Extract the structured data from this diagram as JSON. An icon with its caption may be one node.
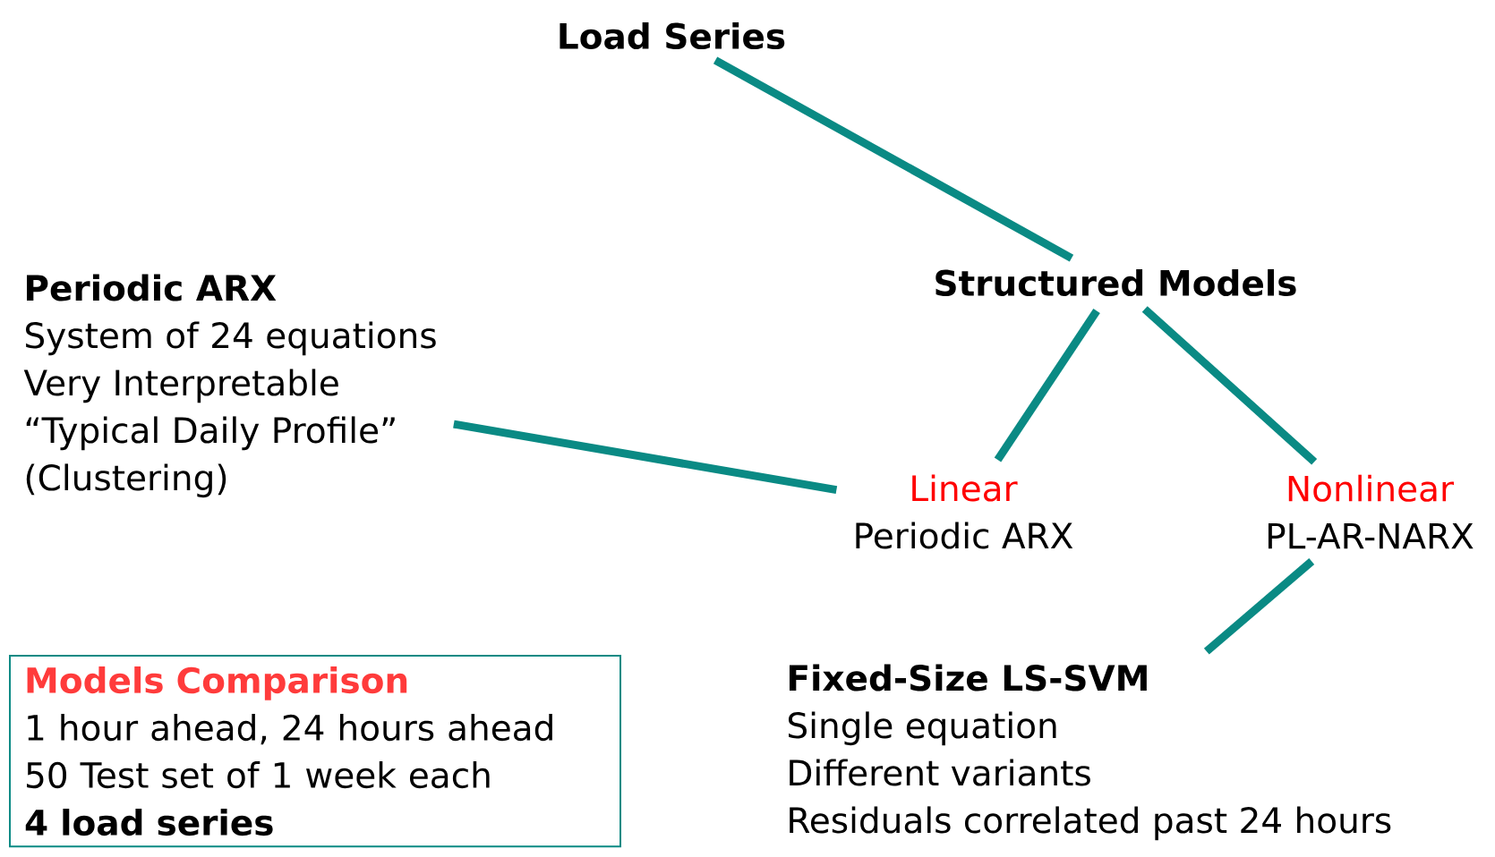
{
  "diagram": {
    "nodes": [
      {
        "text": [
          "Load Series"
        ]
      },
      {
        "text": [
          "Structured Models"
        ]
      },
      {
        "text": [
          "Periodic ARX",
          "System of 24 equations",
          "Very Interpretable",
          "“Typical Daily Profile”",
          "(Clustering)"
        ]
      },
      {
        "text": [
          "Linear",
          "Periodic ARX"
        ]
      },
      {
        "text": [
          "Nonlinear",
          "PL-AR-NARX"
        ]
      },
      {
        "text": [
          "Fixed-Size LS-SVM",
          "Single equation",
          "Different variants",
          "Residuals correlated past 24 hours"
        ]
      },
      {
        "text": [
          "Models Comparison",
          "1 hour ahead, 24 hours ahead",
          "50 Test set of 1 week each",
          "4 load series"
        ]
      }
    ],
    "edges": [
      {
        "from": 0,
        "to": 1,
        "arrow": "none"
      },
      {
        "from": 1,
        "to": 3,
        "arrow": "none"
      },
      {
        "from": 1,
        "to": 4,
        "arrow": "none"
      },
      {
        "from": 2,
        "to": 3,
        "arrow": "none"
      },
      {
        "from": 4,
        "to": 5,
        "arrow": "none"
      }
    ]
  }
}
